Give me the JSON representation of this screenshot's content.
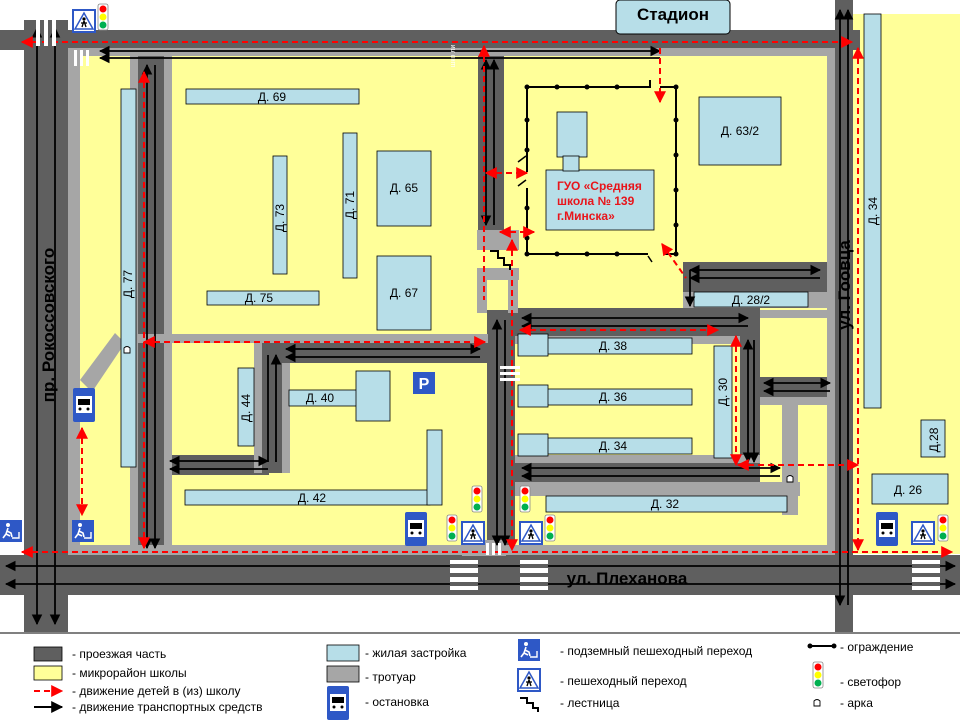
{
  "colors": {
    "road": "#5f5f5f",
    "sidewalk": "#a6a6a6",
    "district": "#ffff99",
    "building": "#b7dee8",
    "child_route": "#ff0000",
    "traffic": "#000000",
    "school_text": "#e8151b",
    "sign_blue": "#2e58c6"
  },
  "map": {
    "stadium": "Стадион",
    "street_rokossovsky": "пр. Рокоссовского",
    "street_plekhanova": "ул. Плеханова",
    "street_gorovtsa": "ул. Гоовца",
    "school_label": [
      "ГУО «Средняя",
      " школа № 139",
      "г.Минска»"
    ],
    "small_text_vertical": "шко ли",
    "buildings": {
      "b69": "Д. 69",
      "b73": "Д. 73",
      "b71": "Д. 71",
      "b65": "Д. 65",
      "b67": "Д. 67",
      "b75": "Д. 75",
      "b77": "Д. 77",
      "b632": "Д. 63/2",
      "b34v": "Д. 34",
      "b282": "Д. 28/2",
      "b38": "Д. 38",
      "b36": "Д. 36",
      "b34": "Д. 34",
      "b30": "Д. 30",
      "b32": "Д. 32",
      "b44": "Д. 44",
      "b40": "Д. 40",
      "b42": "Д. 42",
      "b28": "Д.28",
      "b26": "Д. 26"
    },
    "parking_letter": "P"
  },
  "legend": {
    "roadway": "- проезжая часть",
    "district": "- микрорайон школы",
    "child_route": "- движение детей в (из) школу",
    "traffic": "- движение транспортных средств",
    "housing": "- жилая застройка",
    "sidewalk": "- тротуар",
    "bus_stop": "- остановка",
    "underpass": "- подземный пешеходный переход",
    "crossing": "- пешеходный переход",
    "stairs": "- лестница",
    "fence": "- ограждение",
    "traffic_light": "- светофор",
    "arch": "- арка"
  },
  "icons": [
    "pedestrian-crossing-icon",
    "underpass-icon",
    "bus-stop-icon",
    "traffic-light-icon",
    "stairs-icon",
    "arch-icon",
    "fence-icon",
    "parking-icon"
  ]
}
